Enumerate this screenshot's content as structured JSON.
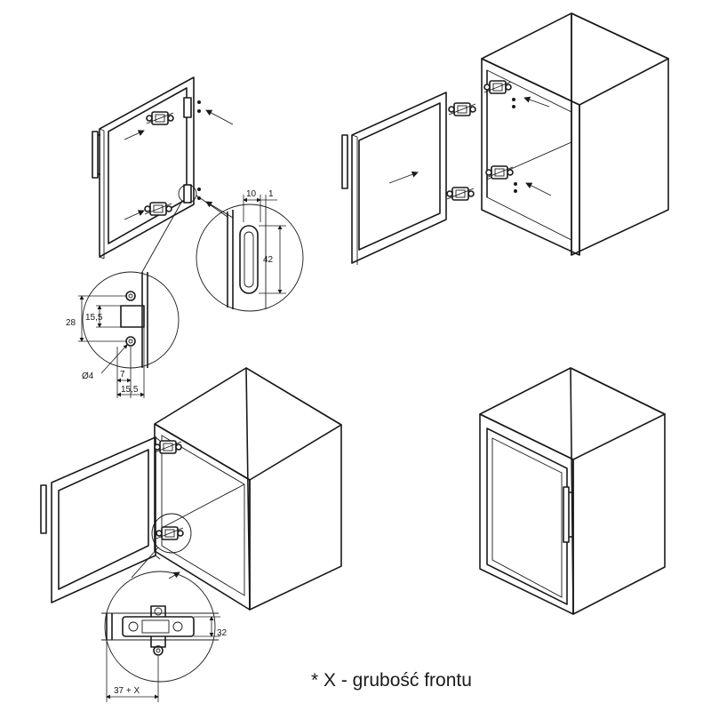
{
  "labels": {
    "slot_width": "10",
    "slot_offset": "1",
    "slot_height": "42",
    "plate_height": "28",
    "plate_hole_spacing": "15,5",
    "hole_diameter": "Ø4",
    "plate_offset": "7",
    "plate_width": "15,5",
    "base_height": "32",
    "base_offset": "37 + X"
  },
  "note": "* X - grubość frontu"
}
